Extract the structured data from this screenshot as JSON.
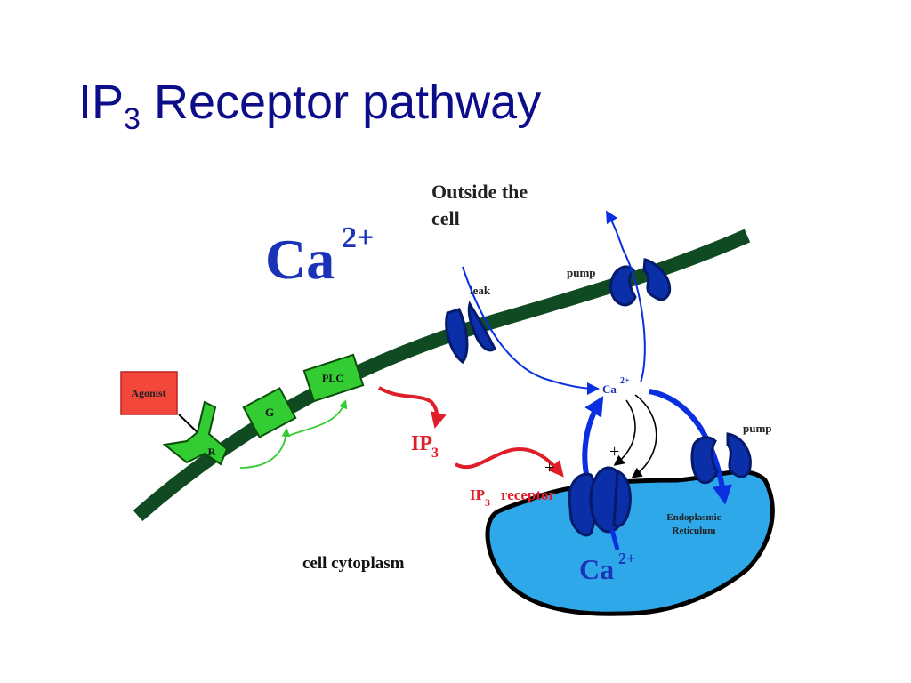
{
  "slide": {
    "title_main": "IP",
    "title_sub": "3",
    "title_rest": " Receptor pathway"
  },
  "labels": {
    "outside_line1": "Outside the",
    "outside_line2": "cell",
    "ca_big": "Ca",
    "ca_big_sup": "2+",
    "leak": "leak",
    "pump_top": "pump",
    "pump_er": "pump",
    "agonist": "Agonist",
    "receptor_r": "R",
    "g_protein": "G",
    "plc": "PLC",
    "ip3": "IP",
    "ip3_sub": "3",
    "ip3_receptor_main": "IP",
    "ip3_receptor_sub": "3",
    "ip3_receptor_rest": "receptor",
    "ca_small": "Ca",
    "ca_small_sup": "2+",
    "plus_left": "+",
    "plus_top": "+",
    "minus": "-",
    "er_line1": "Endoplasmic",
    "er_line2": "Reticulum",
    "ca_er": "Ca",
    "ca_er_sup": "2+",
    "cytoplasm": "cell cytoplasm"
  },
  "colors": {
    "title": "#0d0d8a",
    "membrane": "#0f4a22",
    "channel": "#0b2fa8",
    "channel_dark": "#051a6a",
    "green_box": "#33cc33",
    "agonist_box": "#f4473c",
    "red_arrow": "#e01e2a",
    "blue_arrow": "#0a2fe0",
    "er_fill": "#2fa8ea",
    "ca_text": "#1a33b8"
  }
}
